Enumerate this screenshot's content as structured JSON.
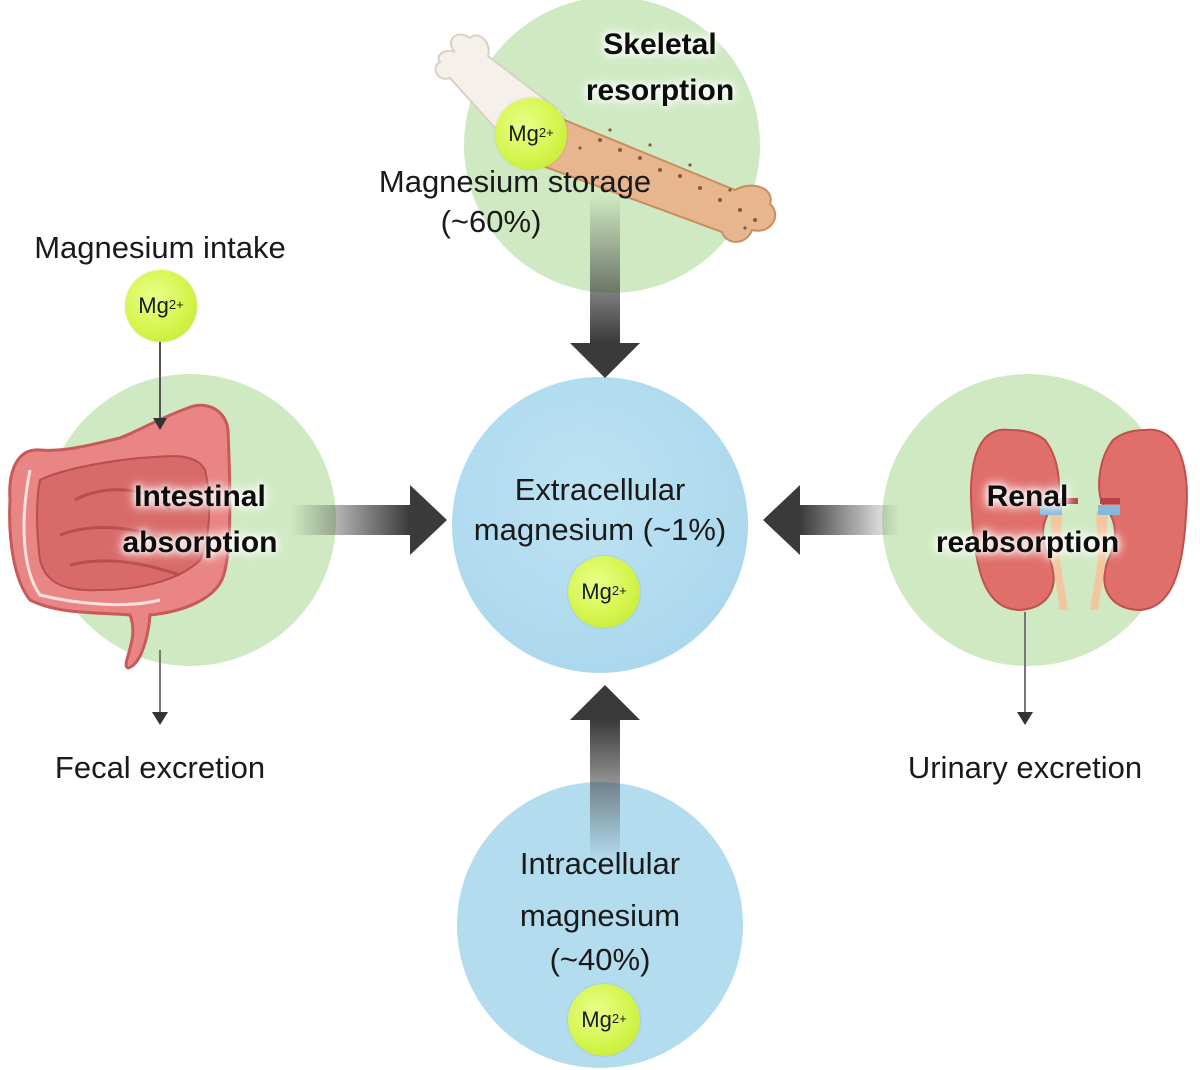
{
  "labels": {
    "skeletal": [
      "Skeletal",
      "resorption"
    ],
    "storage": "Magnesium storage",
    "storage_pct": "(~60%)",
    "intake": "Magnesium intake",
    "intestinal": [
      "Intestinal",
      "absorption"
    ],
    "extracellular": [
      "Extracellular",
      "magnesium (~1%)"
    ],
    "renal": [
      "Renal",
      "reabsorption"
    ],
    "fecal": "Fecal excretion",
    "urinary": "Urinary excretion",
    "intracellular": [
      "Intracellular",
      "magnesium",
      "(~40%)"
    ]
  },
  "ion": {
    "symbol": "Mg",
    "charge": "2+"
  },
  "colors": {
    "organ_circle": "#cfeac2",
    "pool_circle": "#b3dcef",
    "ion_fill": "#d4f54c",
    "arrow_dark": "#3a3a3a",
    "intestine": "#e77a7a",
    "kidney": "#e06e6a",
    "bone": "#e7b58e"
  }
}
